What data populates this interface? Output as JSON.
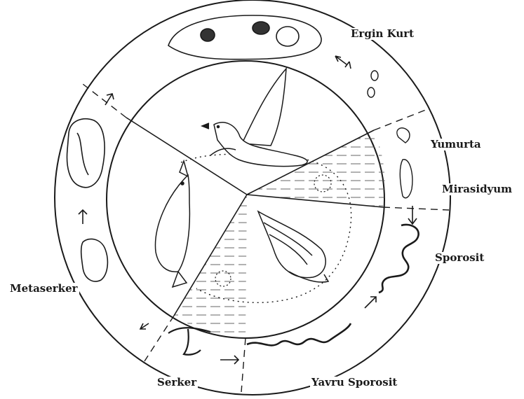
{
  "labels": {
    "adult_worm": "Ergin Kurt",
    "egg": "Yumurta",
    "miracidium": "Mirasidyum",
    "sporocyst": "Sporosit",
    "daughter_sporocyst": "Yavru Sporosit",
    "cercaria": "Serker",
    "metacercaria": "Metaserker"
  },
  "colors": {
    "ink": "#1a1a1a",
    "background": "#ffffff",
    "hatch": "#555555"
  },
  "icons": {
    "host_bird": "bird-illustration",
    "host_fish": "fish-illustration",
    "host_snail": "snail-illustration"
  }
}
